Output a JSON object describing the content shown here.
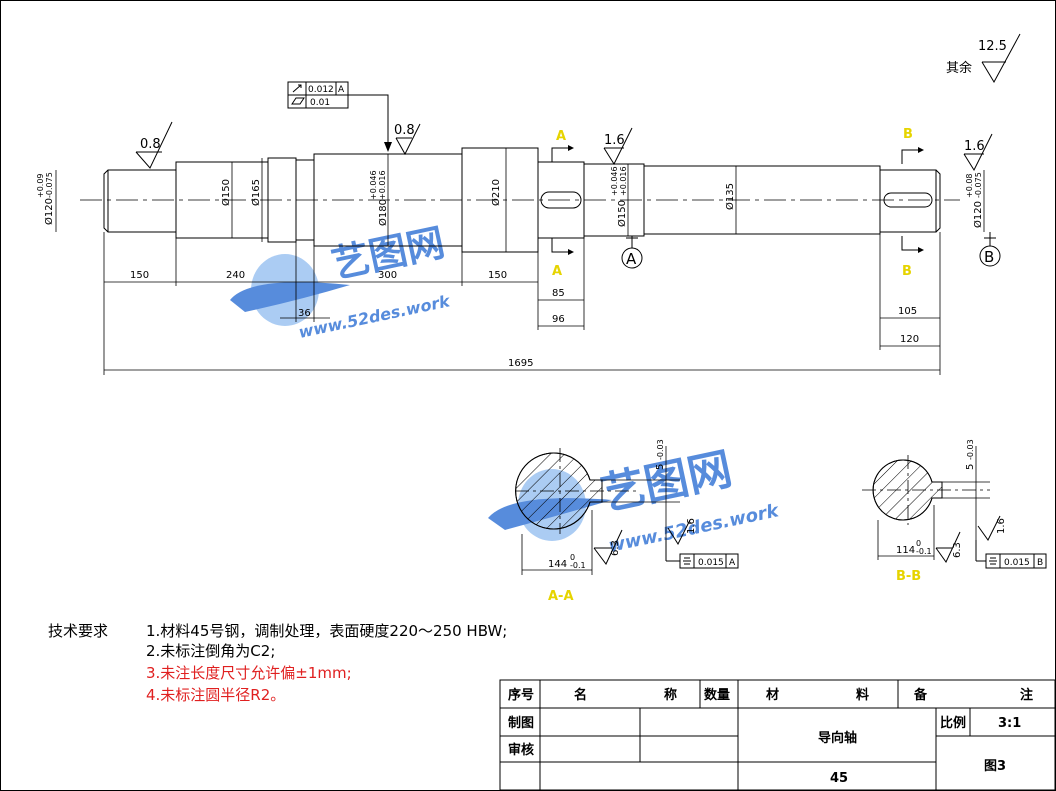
{
  "surface_finish": {
    "default_value": "12.5",
    "default_label": "其余",
    "left_journal": "0.8",
    "shoulder": "0.8",
    "mid_journal": "1.6",
    "right_journal": "1.6",
    "keyway_a": "1.6",
    "keyway_a_depth": "6.3",
    "keyway_b": "1.6",
    "keyway_b_depth": "6.3"
  },
  "tolerance_frame": {
    "row1_value": "0.012",
    "row1_datum": "A",
    "row2_value": "0.01"
  },
  "diameters": {
    "d120_left": "Ø120",
    "d120_left_tol_upper": "+0.09",
    "d120_left_tol_lower": "-0.075",
    "d150": "Ø150",
    "d165": "Ø165",
    "d180": "Ø180",
    "d180_tol_upper": "+0.046",
    "d180_tol_lower": "+0.016",
    "d210": "Ø210",
    "d150_b": "Ø150",
    "d150_b_tol_upper": "+0.046",
    "d150_b_tol_lower": "+0.016",
    "d135": "Ø135",
    "d120_right": "Ø120",
    "d120_right_tol_upper": "+0.08",
    "d120_right_tol_lower": "-0.075"
  },
  "lengths": {
    "l150": "150",
    "l240": "240",
    "l300": "300",
    "l150b": "150",
    "l36": "36",
    "l85": "85",
    "l96": "96",
    "l105": "105",
    "l120": "120",
    "total": "1695"
  },
  "datums": {
    "a": "A",
    "b": "B"
  },
  "section_marks": {
    "a": "A",
    "b": "B"
  },
  "section_a": {
    "title": "A-A",
    "width": "5",
    "width_tol": "-0.03",
    "depth": "144",
    "depth_tol_upper": "0",
    "depth_tol_lower": "-0.1",
    "symmetry_value": "0.015",
    "symmetry_datum": "A"
  },
  "section_b": {
    "title": "B-B",
    "width": "5",
    "width_tol": "-0.03",
    "depth": "114",
    "depth_tol_upper": "0",
    "depth_tol_lower": "-0.1",
    "symmetry_value": "0.015",
    "symmetry_datum": "B"
  },
  "watermark": {
    "title": "艺图网",
    "url": "www.52des.work"
  },
  "requirements": {
    "label": "技术要求",
    "items": [
      "1.材料45号钢，调制处理，表面硬度220～250 HBW;",
      "2.未标注倒角为C2;",
      "3.未注长度尺寸允许偏±1mm;",
      "4.未标注圆半径R2。"
    ]
  },
  "title_block": {
    "headers": [
      "序号",
      "名",
      "称",
      "数量",
      "材",
      "料",
      "备",
      "注"
    ],
    "drawn_by": "制图",
    "checked_by": "审核",
    "part_name": "导向轴",
    "scale_label": "比例",
    "scale_value": "3:1",
    "material": "45",
    "drawing_number": "图3"
  },
  "colors": {
    "line": "#000000",
    "section_marker": "#e6d400",
    "warning_text": "#e02020",
    "watermark": "#3a78d6"
  }
}
